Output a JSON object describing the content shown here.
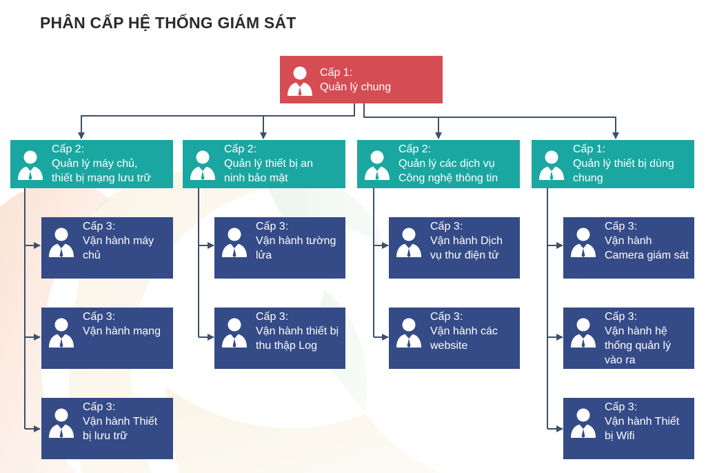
{
  "title": "PHÂN CẤP HỆ THỐNG GIÁM SÁT",
  "colors": {
    "level1": "#d54c53",
    "level2": "#1aa7a1",
    "level3": "#354b87",
    "connector": "#3d4f66",
    "title": "#2b2b2b"
  },
  "icons": {
    "node": "person-icon"
  },
  "root": {
    "level": "Cấp 1:",
    "label": "Quản lý chung"
  },
  "branches": [
    {
      "level": "Cấp 2:",
      "label": "Quản lý máy chủ,\nthiết bị mạng lưu trữ",
      "children": [
        {
          "level": "Cấp 3:",
          "label": "Vận hành máy\nchủ"
        },
        {
          "level": "Cấp 3:",
          "label": "Vận hành mạng"
        },
        {
          "level": "Cấp 3:",
          "label": "Vận hành Thiết\nbị lưu trữ"
        }
      ]
    },
    {
      "level": "Cấp 2:",
      "label": "Quản lý thiết bị an\nninh bảo mật",
      "children": [
        {
          "level": "Cấp 3:",
          "label": "Vận hành tường\nlửa"
        },
        {
          "level": "Cấp 3:",
          "label": "Vận hành thiết bị\nthu thập Log"
        }
      ]
    },
    {
      "level": "Cấp 2:",
      "label": "Quản lý các dịch vụ\nCông nghệ thông tin",
      "children": [
        {
          "level": "Cấp 3:",
          "label": "Vận hành Dịch\nvụ thư điện tử"
        },
        {
          "level": "Cấp 3:",
          "label": "Vận hành các\nwebsite"
        }
      ]
    },
    {
      "level": "Cấp 1:",
      "label": "Quản lý thiết bị dùng\nchung",
      "children": [
        {
          "level": "Cấp 3:",
          "label": "Vận hành\nCamera giám sát"
        },
        {
          "level": "Cấp 3:",
          "label": "Vận hành hệ\nthống quản lý\nvào ra"
        },
        {
          "level": "Cấp 3:",
          "label": "Vận hành Thiết\nbị Wifi"
        }
      ]
    }
  ]
}
